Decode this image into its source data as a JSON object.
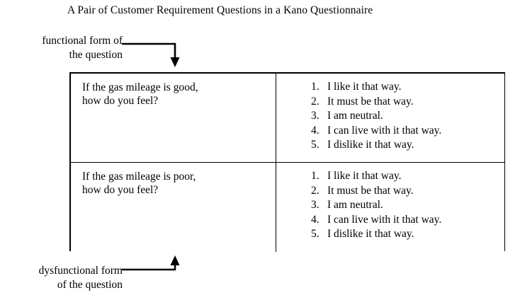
{
  "title": "A Pair of Customer Requirement Questions in a Kano Questionnaire",
  "annotations": {
    "functional": {
      "line1": "functional form of",
      "line2": "the question",
      "arrow_icon": "elbow-arrow-down-icon"
    },
    "dysfunctional": {
      "line1": "dysfunctional form",
      "line2": "of the question",
      "arrow_icon": "elbow-arrow-up-icon"
    }
  },
  "table": {
    "rows": [
      {
        "question_line1": "If the gas mileage is good,",
        "question_line2": "how do you feel?",
        "answers": [
          {
            "num": "1.",
            "text": "I like it that way."
          },
          {
            "num": "2.",
            "text": "It must be that way."
          },
          {
            "num": "3.",
            "text": "I am neutral."
          },
          {
            "num": "4.",
            "text": "I can live with it that way."
          },
          {
            "num": "5.",
            "text": "I dislike it that way."
          }
        ]
      },
      {
        "question_line1": "If the gas mileage is poor,",
        "question_line2": "how do you feel?",
        "answers": [
          {
            "num": "1.",
            "text": "I like it that way."
          },
          {
            "num": "2.",
            "text": "It must be that way."
          },
          {
            "num": "3.",
            "text": "I am neutral."
          },
          {
            "num": "4.",
            "text": "I can live with it that way."
          },
          {
            "num": "5.",
            "text": "I dislike it that way."
          }
        ]
      }
    ]
  },
  "colors": {
    "text": "#000000",
    "border": "#000000",
    "background": "#ffffff"
  }
}
